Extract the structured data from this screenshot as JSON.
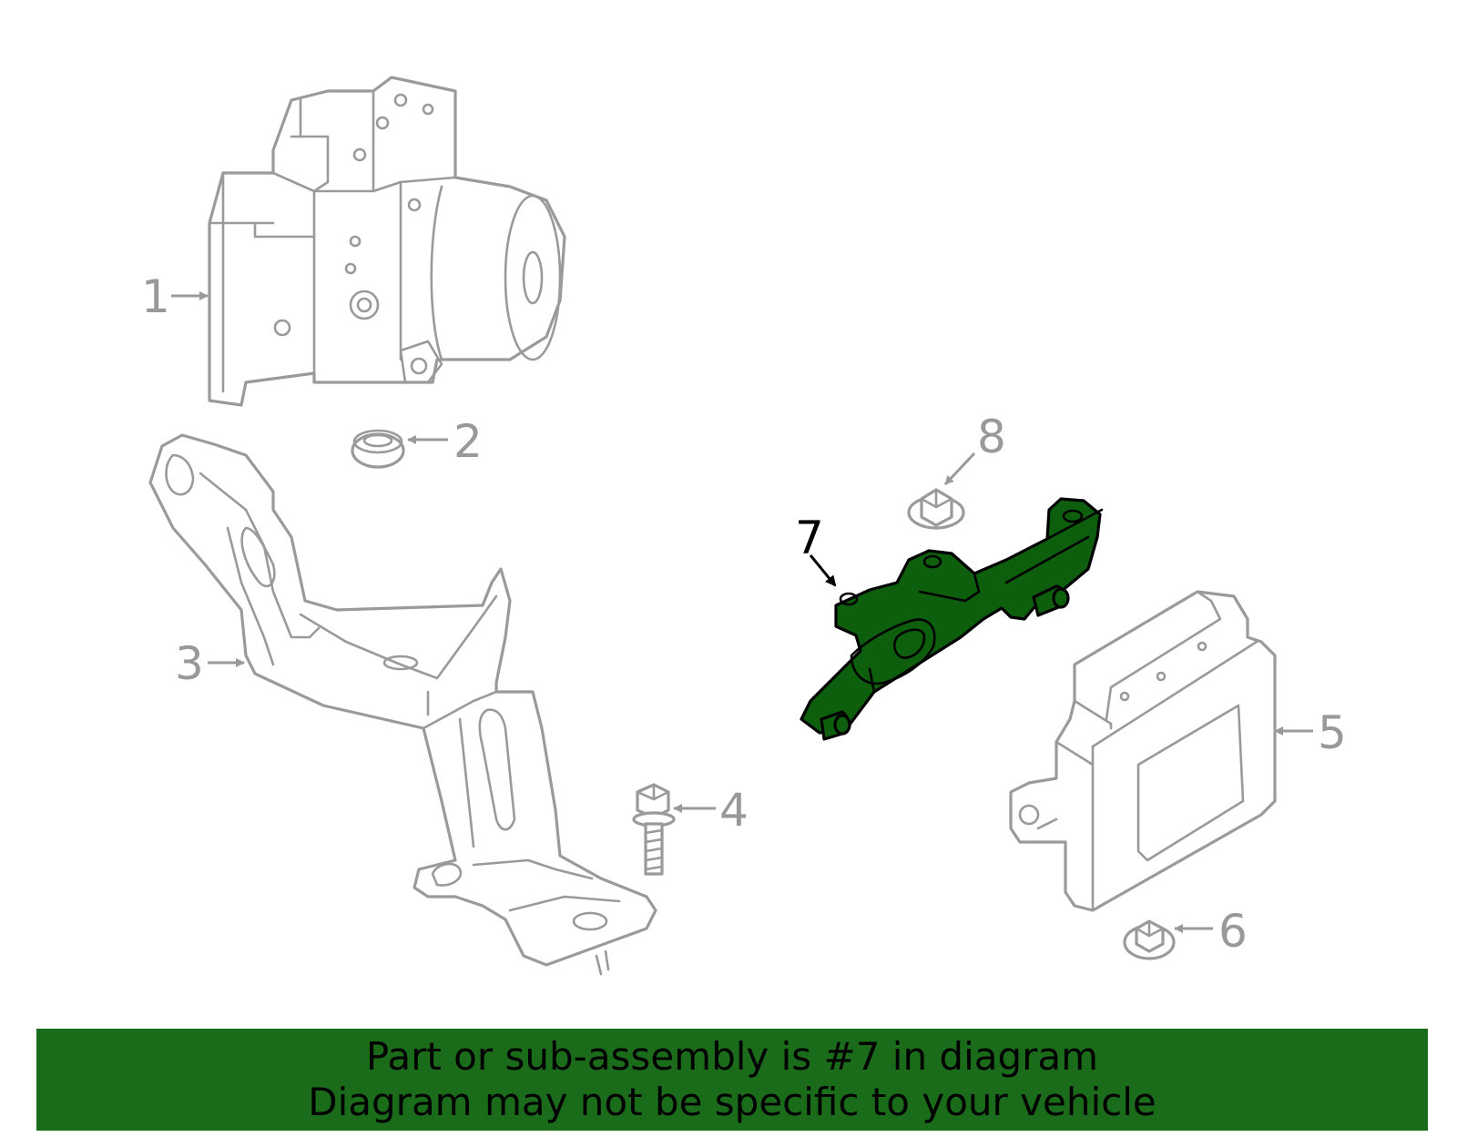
{
  "colors": {
    "highlight": "#0d5f0d",
    "banner": "#1a6b1a",
    "line": "#9a9a9a"
  },
  "callouts": {
    "part_1": "1",
    "part_2": "2",
    "part_3": "3",
    "part_4": "4",
    "part_5": "5",
    "part_6": "6",
    "part_7": "7",
    "part_8": "8"
  },
  "highlighted_part": "7",
  "banner": {
    "line1": "Part or sub-assembly is #7 in diagram",
    "line2": "Diagram may not be specific to your vehicle"
  }
}
